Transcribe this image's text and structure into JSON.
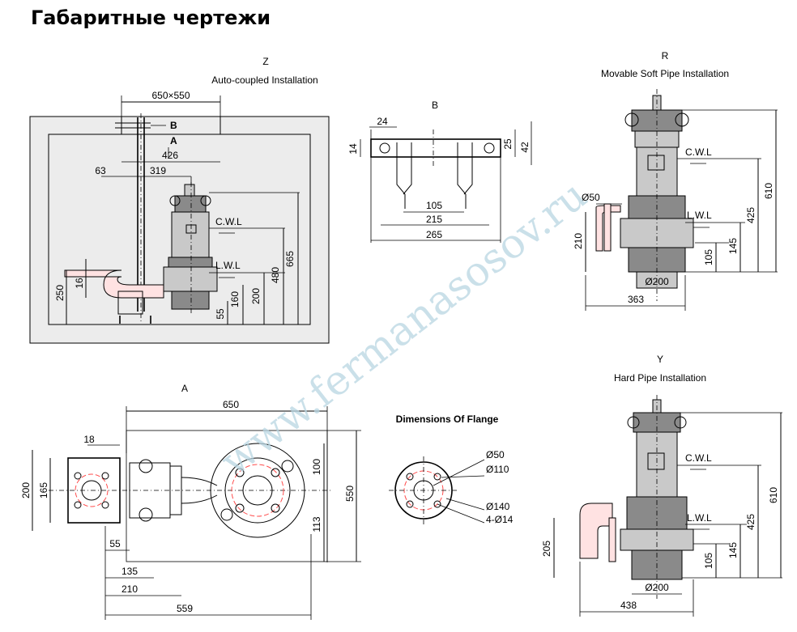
{
  "title": "Габаритные чертежи",
  "watermark": "www.fermanasosov.ru",
  "views": {
    "z": {
      "letter": "Z",
      "caption": "Auto-coupled Installation"
    },
    "b": {
      "letter": "B"
    },
    "r": {
      "letter": "R",
      "caption": "Movable Soft Pipe Installation"
    },
    "a": {
      "letter": "A"
    },
    "flange": {
      "caption": "Dimensions Of Flange"
    },
    "y": {
      "letter": "Y",
      "caption": "Hard Pipe Installation"
    }
  },
  "z_dims": {
    "d650x550": "650×550",
    "b_mark": "B",
    "a_mark": "A",
    "d426": "426",
    "d63": "63",
    "d319": "319",
    "cwl": "C.W.L",
    "lwl": "L.W.L",
    "d665": "665",
    "d480": "480",
    "d200": "200",
    "d160": "160",
    "d55": "55",
    "d250": "250",
    "d16": "16"
  },
  "b_dims": {
    "d24": "24",
    "d14": "14",
    "d25": "25",
    "d42": "42",
    "d105": "105",
    "d215": "215",
    "d265": "265"
  },
  "r_dims": {
    "cwl": "C.W.L",
    "lwl": "L.W.L",
    "d50": "Ø50",
    "d610": "610",
    "d425": "425",
    "d210": "210",
    "d145": "145",
    "d105": "105",
    "d200": "Ø200",
    "d363": "363"
  },
  "a_dims": {
    "d650": "650",
    "d18": "18",
    "d200": "200",
    "d165": "165",
    "d100": "100",
    "d550": "550",
    "d113": "113",
    "d55": "55",
    "d135": "135",
    "d210": "210",
    "d559": "559"
  },
  "flange_dims": {
    "d50": "Ø50",
    "d110": "Ø110",
    "d140": "Ø140",
    "d4x14": "4-Ø14"
  },
  "y_dims": {
    "cwl": "C.W.L",
    "lwl": "L.W.L",
    "d610": "610",
    "d425": "425",
    "d205": "205",
    "d145": "145",
    "d105": "105",
    "d200": "Ø200",
    "d438": "438"
  }
}
